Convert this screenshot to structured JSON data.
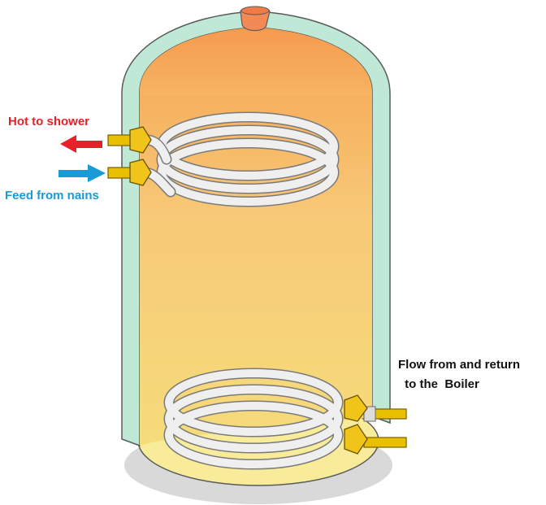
{
  "labels": {
    "hot_to_shower": "Hot to shower",
    "feed_from_mains": "Feed from nains",
    "flow_line1": "Flow from and return",
    "flow_line2": " to the  Boiler"
  },
  "colors": {
    "hot_label": "#e8202a",
    "feed_label": "#1a9ad6",
    "flow_label": "#111111",
    "insulation": "#bfe8d6",
    "outline": "#5a5a5a",
    "water_top": "#f6a45c",
    "water_bottom": "#f6d877",
    "pipe": "#e8c000",
    "coil": "#eeeeee",
    "hot_arrow": "#e8202a",
    "cold_arrow": "#1a9ad6",
    "shadow": "#d8d8d8",
    "base": "#f8ec9a"
  },
  "icons": {
    "hot_arrow": "arrow-left-icon",
    "cold_arrow": "arrow-right-icon"
  }
}
